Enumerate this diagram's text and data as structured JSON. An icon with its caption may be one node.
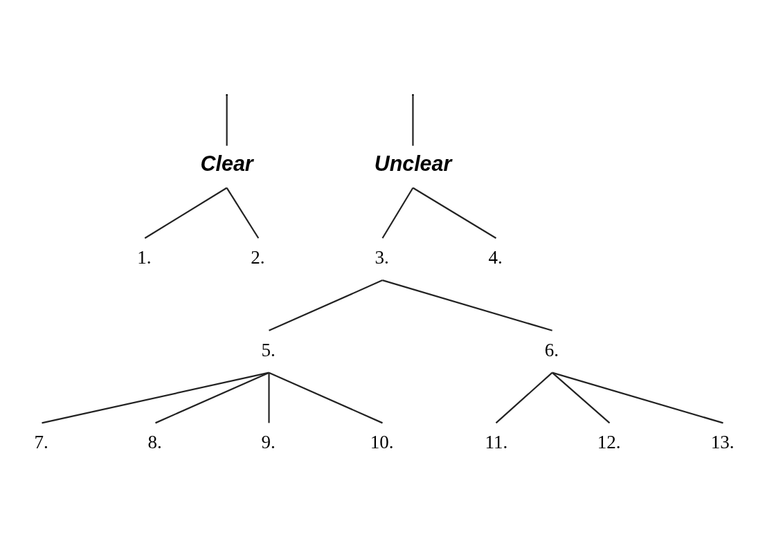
{
  "diagram": {
    "nodes": [
      {
        "text": [
          "Clear"
        ]
      },
      {
        "text": [
          "Unclear"
        ]
      },
      {
        "text": [
          "1."
        ]
      },
      {
        "text": [
          "2."
        ]
      },
      {
        "text": [
          "3."
        ]
      },
      {
        "text": [
          "4."
        ]
      },
      {
        "text": [
          "5."
        ]
      },
      {
        "text": [
          "6."
        ]
      },
      {
        "text": [
          "7."
        ]
      },
      {
        "text": [
          "8."
        ]
      },
      {
        "text": [
          "9."
        ]
      },
      {
        "text": [
          "10."
        ]
      },
      {
        "text": [
          "11."
        ]
      },
      {
        "text": [
          "12."
        ]
      },
      {
        "text": [
          "13."
        ]
      }
    ],
    "edges": [
      {
        "from": null,
        "to": 0,
        "arrow": "none"
      },
      {
        "from": null,
        "to": 1,
        "arrow": "none"
      },
      {
        "from": 0,
        "to": 2,
        "arrow": "none"
      },
      {
        "from": 0,
        "to": 3,
        "arrow": "none"
      },
      {
        "from": 1,
        "to": 4,
        "arrow": "none"
      },
      {
        "from": 1,
        "to": 5,
        "arrow": "none"
      },
      {
        "from": 4,
        "to": 6,
        "arrow": "none"
      },
      {
        "from": 4,
        "to": 7,
        "arrow": "none"
      },
      {
        "from": 6,
        "to": 8,
        "arrow": "none"
      },
      {
        "from": 6,
        "to": 9,
        "arrow": "none"
      },
      {
        "from": 6,
        "to": 10,
        "arrow": "none"
      },
      {
        "from": 6,
        "to": 11,
        "arrow": "none"
      },
      {
        "from": 7,
        "to": 12,
        "arrow": "none"
      },
      {
        "from": 7,
        "to": 13,
        "arrow": "none"
      },
      {
        "from": 7,
        "to": 14,
        "arrow": "none"
      }
    ]
  }
}
